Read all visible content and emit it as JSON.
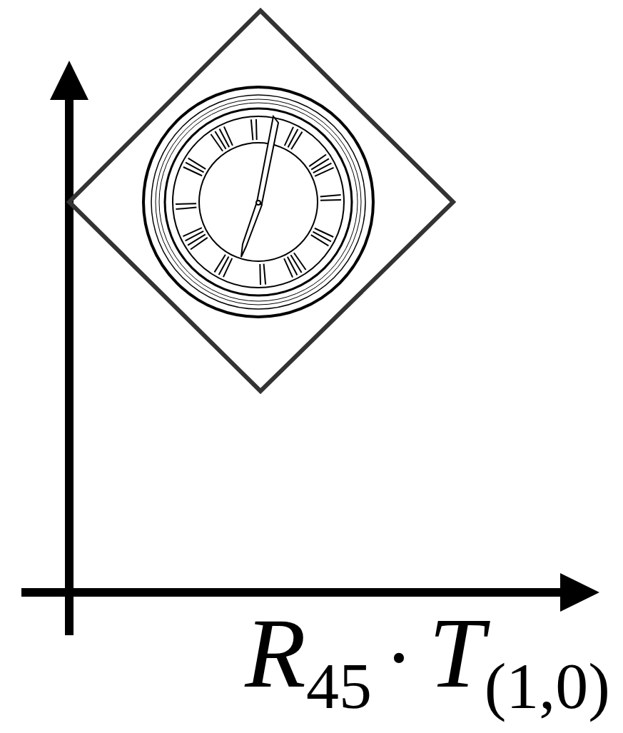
{
  "diagram": {
    "labels": [
      "R",
      "45",
      "·",
      "T",
      "(1,0)"
    ]
  }
}
